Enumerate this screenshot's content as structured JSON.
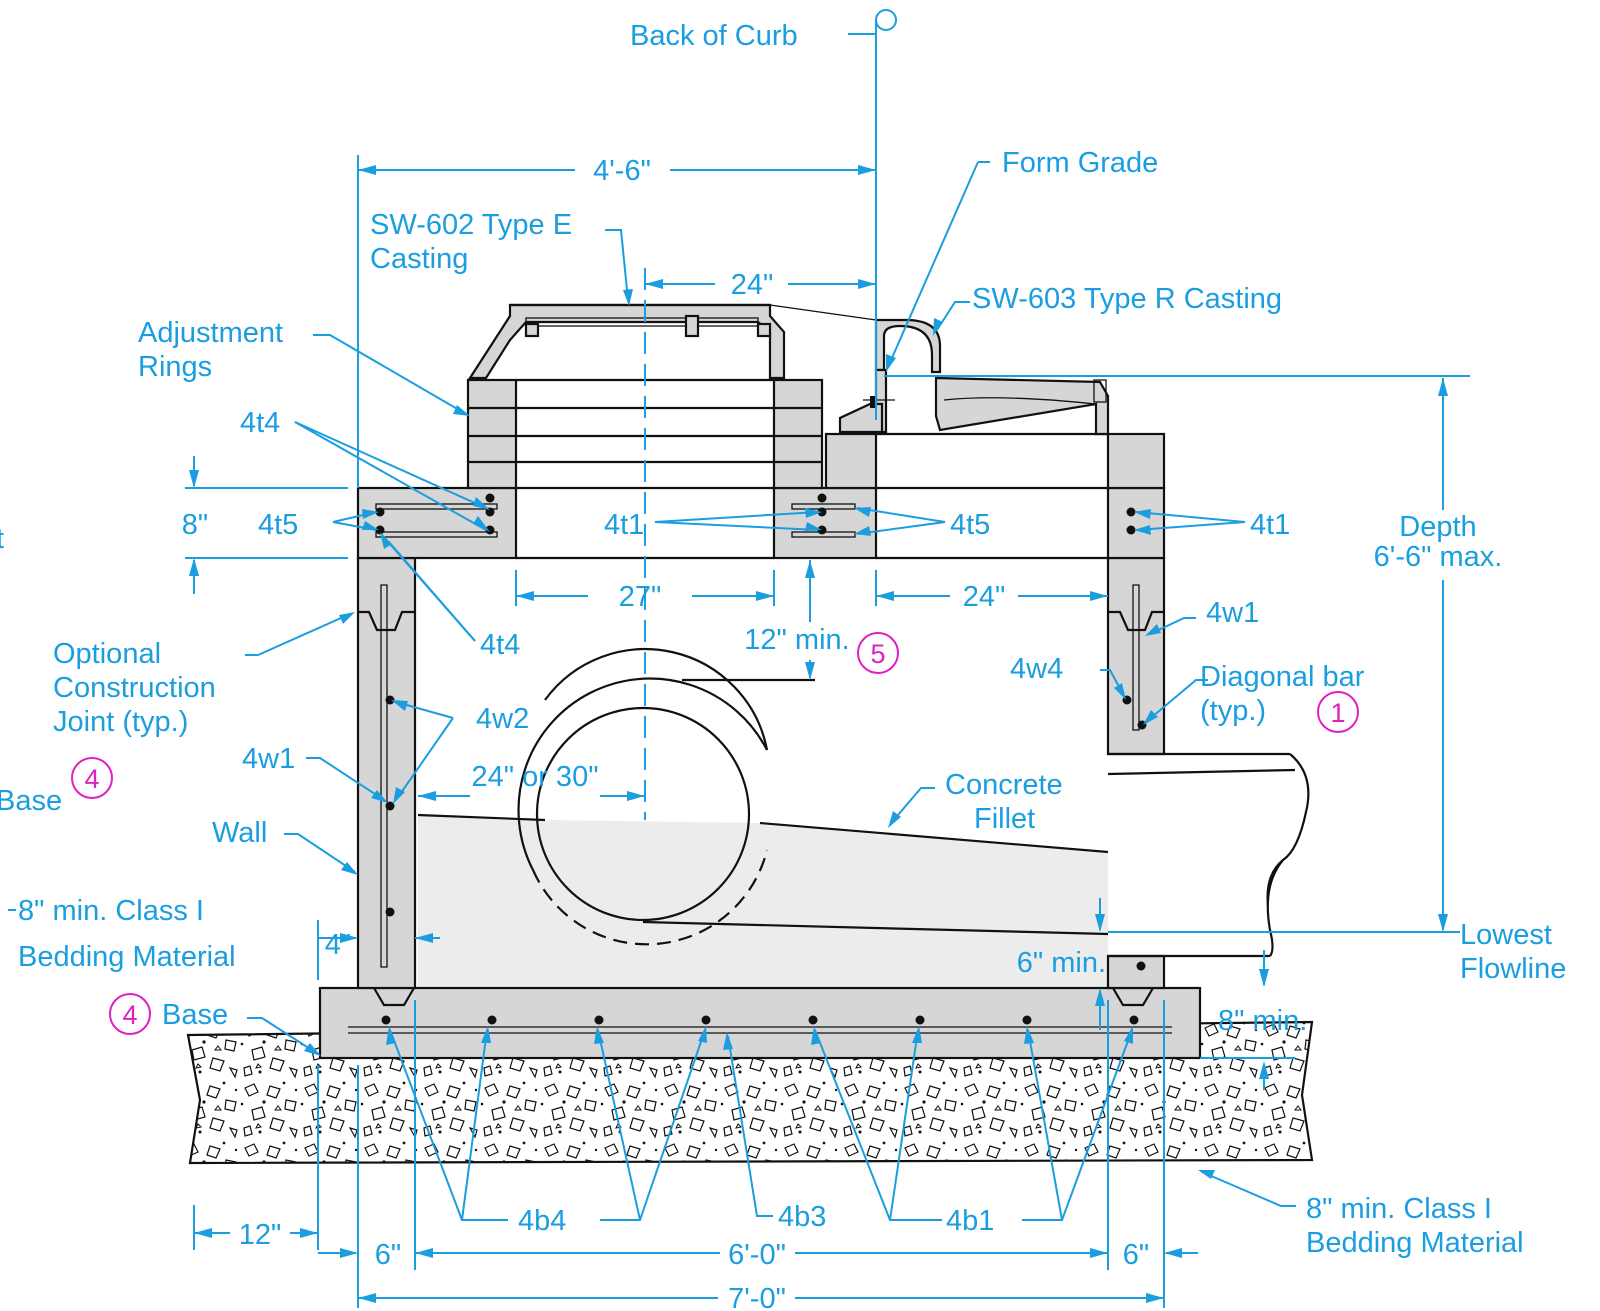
{
  "labels": {
    "back_of_curb": "Back of Curb",
    "form_grade": "Form Grade",
    "sw602_line1": "SW-602 Type E",
    "sw602_line2": "Casting",
    "sw603": "SW-603 Type R Casting",
    "adjust_line1": "Adjustment",
    "adjust_line2": "Rings",
    "depth_line1": "Depth",
    "depth_line2": "6'-6\" max.",
    "optional_line1": "Optional",
    "optional_line2": "Construction",
    "optional_line3": "Joint (typ.)",
    "diagonal_line1": "Diagonal bar",
    "diagonal_line2": "(typ.)",
    "concrete_line1": "Concrete",
    "concrete_line2": "Fillet",
    "wall": "Wall",
    "base_left": "Base",
    "base_main": "Base",
    "bedding_left_line1": "8\" min. Class I",
    "bedding_left_line2": "Bedding Material",
    "bedding_right_line1": "8\" min. Class I",
    "bedding_right_line2": "Bedding Material",
    "lowest_line1": "Lowest",
    "lowest_line2": "Flowline",
    "cut_left": "t"
  },
  "dims": {
    "top_width": "4'-6\"",
    "casting_24": "24\"",
    "slab_8": "8\"",
    "open_27": "27\"",
    "open_24": "24\"",
    "min_12": "12\" min.",
    "pipe_24_30": "24\" or 30\"",
    "wall_4": "4\"",
    "min_6": "6\" min.",
    "min_8": "8\" min.",
    "ext_12": "12\"",
    "left_6": "6\"",
    "inner_6_0": "6'-0\"",
    "right_6": "6\"",
    "total_7_0": "7'-0\""
  },
  "bars": {
    "t4_top": "4t4",
    "t5_left": "4t5",
    "t1_mid": "4t1",
    "t5_mid": "4t5",
    "t1_right": "4t1",
    "t4_low": "4t4",
    "w1_right": "4w1",
    "w4": "4w4",
    "w2": "4w2",
    "w1_left": "4w1",
    "b4": "4b4",
    "b3": "4b3",
    "b1": "4b1"
  },
  "notes": {
    "n5": "5",
    "n1": "1",
    "n4_left": "4",
    "n4_base": "4"
  },
  "colors": {
    "annotation": "#1a9ee0",
    "note_circle": "#e020c0",
    "concrete": "#d6d6d6",
    "linework": "#111111"
  }
}
